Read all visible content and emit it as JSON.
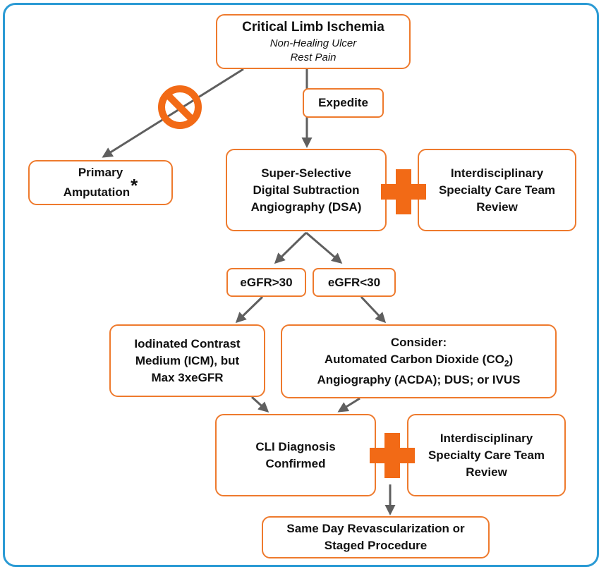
{
  "colors": {
    "frame": "#2a9ad4",
    "box_border": "#ee7a2d",
    "accent": "#f26a16",
    "arrow": "#5f5f5f"
  },
  "nodes": {
    "cli": {
      "title": "Critical Limb Ischemia",
      "line1": "Non-Healing Ulcer",
      "line2": "Rest Pain"
    },
    "expedite": "Expedite",
    "primary_amputation": {
      "line1": "Primary",
      "line2": "Amputation",
      "mark": "*"
    },
    "dsa": {
      "line1": "Super-Selective",
      "line2": "Digital Subtraction",
      "line3": "Angiography (DSA)"
    },
    "review1": {
      "line1": "Interdisciplinary",
      "line2": "Specialty Care Team",
      "line3": "Review"
    },
    "egfr_high": "eGFR>30",
    "egfr_low": "eGFR<30",
    "icm": {
      "line1": "Iodinated Contrast",
      "line2": "Medium (ICM), but",
      "line3": "Max 3xeGFR"
    },
    "consider": {
      "line1": "Consider:",
      "line2a": "Automated Carbon Dioxide (CO",
      "line2_sub": "2",
      "line2b": ")",
      "line3": "Angiography (ACDA); DUS; or IVUS"
    },
    "cli_confirmed": {
      "line1": "CLI Diagnosis",
      "line2": "Confirmed"
    },
    "review2": {
      "line1": "Interdisciplinary",
      "line2": "Specialty Care Team",
      "line3": "Review"
    },
    "revasc": {
      "line1": "Same Day Revascularization or",
      "line2": "Staged Procedure"
    }
  },
  "icons": {
    "prohibited": "no-symbol-icon",
    "plus": "plus-icon"
  }
}
